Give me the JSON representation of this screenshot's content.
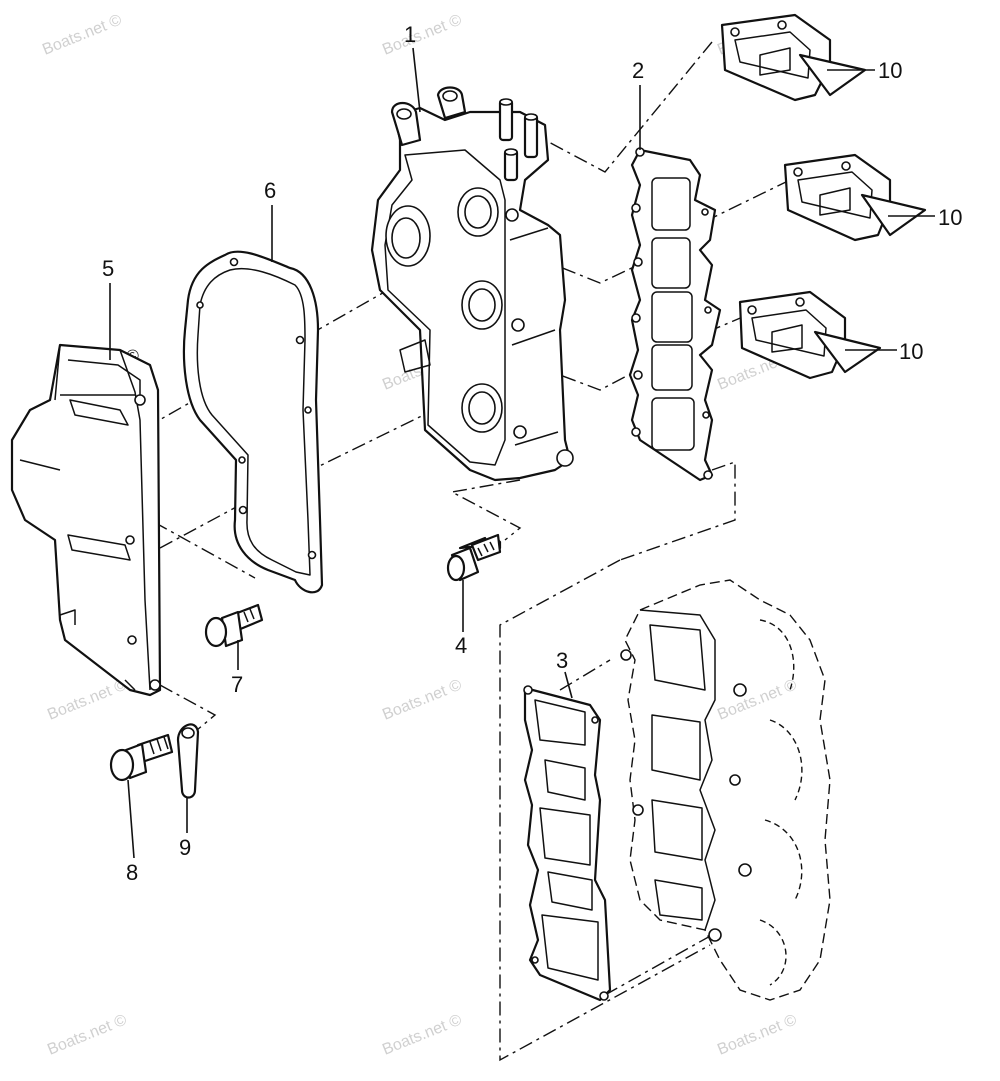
{
  "diagram": {
    "callouts": [
      "1",
      "2",
      "3",
      "4",
      "5",
      "6",
      "7",
      "8",
      "9",
      "10",
      "10",
      "10"
    ],
    "watermark": "Boats.net ©"
  }
}
